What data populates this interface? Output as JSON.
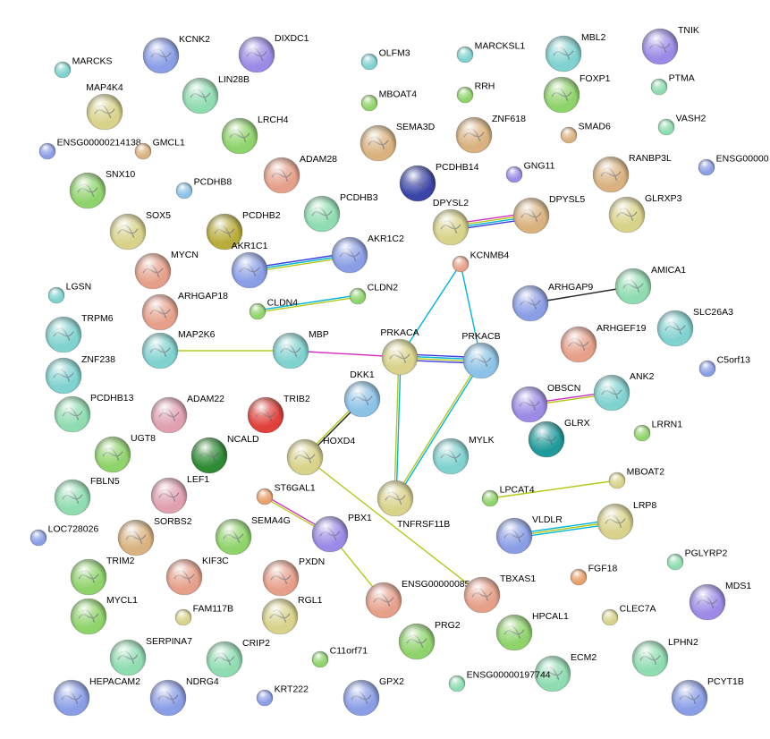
{
  "edge_colors": {
    "database": "#00b4d8",
    "experiment": "#d02cc2",
    "textmining": "#b5c81a",
    "coexpression": "#222222",
    "homology": "#3a3adf",
    "cooccurrence": "#3a3adf"
  },
  "node_colors": {
    "red": "#e0413a",
    "orange": "#e8a06a",
    "tan": "#d9b27f",
    "yellow": "#d8d28a",
    "olive": "#b8ac3a",
    "green": "#8fd36b",
    "mint": "#8fdcb0",
    "teal": "#7fd2cf",
    "sky": "#8bc2e6",
    "blue": "#8a9ee6",
    "violet": "#9c8ae6",
    "navy": "#3b45a8",
    "darkgreen": "#2e8b33",
    "rose": "#e0a0b0",
    "salmon": "#e6a08a",
    "grey": "#b4b4b4",
    "dteal": "#1f9a9a"
  },
  "nodes": [
    {
      "id": "MARCKS",
      "color": "teal",
      "size": "small"
    },
    {
      "id": "KCNK2",
      "color": "blue",
      "size": "large"
    },
    {
      "id": "DIXDC1",
      "color": "violet",
      "size": "large"
    },
    {
      "id": "OLFM3",
      "color": "teal",
      "size": "small"
    },
    {
      "id": "MARCKSL1",
      "color": "teal",
      "size": "small"
    },
    {
      "id": "MBL2",
      "color": "teal",
      "size": "large"
    },
    {
      "id": "TNIK",
      "color": "violet",
      "size": "large"
    },
    {
      "id": "MAP4K4",
      "color": "yellow",
      "size": "large"
    },
    {
      "id": "LIN28B",
      "color": "mint",
      "size": "large"
    },
    {
      "id": "MBOAT4",
      "color": "green",
      "size": "small"
    },
    {
      "id": "RRH",
      "color": "green",
      "size": "small"
    },
    {
      "id": "FOXP1",
      "color": "green",
      "size": "large"
    },
    {
      "id": "PTMA",
      "color": "mint",
      "size": "small"
    },
    {
      "id": "LRCH4",
      "color": "green",
      "size": "large"
    },
    {
      "id": "SEMA3D",
      "color": "tan",
      "size": "large"
    },
    {
      "id": "ZNF618",
      "color": "tan",
      "size": "large"
    },
    {
      "id": "SMAD6",
      "color": "tan",
      "size": "small"
    },
    {
      "id": "VASH2",
      "color": "mint",
      "size": "small"
    },
    {
      "id": "ENSG00000214138",
      "color": "blue",
      "size": "small"
    },
    {
      "id": "GMCL1",
      "color": "tan",
      "size": "small"
    },
    {
      "id": "ADAM28",
      "color": "salmon",
      "size": "large"
    },
    {
      "id": "PCDHB14",
      "color": "navy",
      "size": "large"
    },
    {
      "id": "GNG11",
      "color": "violet",
      "size": "small"
    },
    {
      "id": "RANBP3L",
      "color": "tan",
      "size": "large"
    },
    {
      "id": "ENSG00000",
      "color": "blue",
      "size": "small"
    },
    {
      "id": "SNX10",
      "color": "green",
      "size": "large"
    },
    {
      "id": "PCDHB8",
      "color": "sky",
      "size": "small"
    },
    {
      "id": "PCDHB3",
      "color": "mint",
      "size": "large"
    },
    {
      "id": "DPYSL2",
      "color": "yellow",
      "size": "large"
    },
    {
      "id": "DPYSL5",
      "color": "tan",
      "size": "large"
    },
    {
      "id": "GLRXP3",
      "color": "yellow",
      "size": "large"
    },
    {
      "id": "SOX5",
      "color": "yellow",
      "size": "large"
    },
    {
      "id": "PCDHB2",
      "color": "olive",
      "size": "large"
    },
    {
      "id": "MYCN",
      "color": "salmon",
      "size": "large"
    },
    {
      "id": "AKR1C1",
      "color": "blue",
      "size": "large"
    },
    {
      "id": "AKR1C2",
      "color": "blue",
      "size": "large"
    },
    {
      "id": "KCNMB4",
      "color": "salmon",
      "size": "small"
    },
    {
      "id": "ARHGAP9",
      "color": "blue",
      "size": "large"
    },
    {
      "id": "AMICA1",
      "color": "mint",
      "size": "large"
    },
    {
      "id": "LGSN",
      "color": "teal",
      "size": "small"
    },
    {
      "id": "ARHGAP18",
      "color": "salmon",
      "size": "large"
    },
    {
      "id": "CLDN4",
      "color": "green",
      "size": "small"
    },
    {
      "id": "CLDN2",
      "color": "green",
      "size": "small"
    },
    {
      "id": "SLC26A3",
      "color": "teal",
      "size": "large"
    },
    {
      "id": "TRPM6",
      "color": "teal",
      "size": "large"
    },
    {
      "id": "MAP2K6",
      "color": "teal",
      "size": "large"
    },
    {
      "id": "MBP",
      "color": "teal",
      "size": "large"
    },
    {
      "id": "PRKACA",
      "color": "yellow",
      "size": "large"
    },
    {
      "id": "PRKACB",
      "color": "sky",
      "size": "large"
    },
    {
      "id": "ARHGEF19",
      "color": "salmon",
      "size": "large"
    },
    {
      "id": "C5orf13",
      "color": "blue",
      "size": "small"
    },
    {
      "id": "ZNF238",
      "color": "teal",
      "size": "large"
    },
    {
      "id": "DKK1",
      "color": "sky",
      "size": "large"
    },
    {
      "id": "OBSCN",
      "color": "violet",
      "size": "large"
    },
    {
      "id": "ANK2",
      "color": "teal",
      "size": "large"
    },
    {
      "id": "PCDHB13",
      "color": "mint",
      "size": "large"
    },
    {
      "id": "ADAM22",
      "color": "rose",
      "size": "large"
    },
    {
      "id": "TRIB2",
      "color": "red",
      "size": "large"
    },
    {
      "id": "LRRN1",
      "color": "green",
      "size": "small"
    },
    {
      "id": "UGT8",
      "color": "green",
      "size": "large"
    },
    {
      "id": "NCALD",
      "color": "darkgreen",
      "size": "large"
    },
    {
      "id": "HOXD4",
      "color": "yellow",
      "size": "large"
    },
    {
      "id": "GLRX",
      "color": "dteal",
      "size": "large"
    },
    {
      "id": "MYLK",
      "color": "teal",
      "size": "large"
    },
    {
      "id": "FBLN5",
      "color": "mint",
      "size": "large"
    },
    {
      "id": "LEF1",
      "color": "rose",
      "size": "large"
    },
    {
      "id": "ST6GAL1",
      "color": "orange",
      "size": "small"
    },
    {
      "id": "TNFRSF11B",
      "color": "yellow",
      "size": "large"
    },
    {
      "id": "MBOAT2",
      "color": "yellow",
      "size": "small"
    },
    {
      "id": "LPCAT4",
      "color": "green",
      "size": "small"
    },
    {
      "id": "LOC728026",
      "color": "blue",
      "size": "small"
    },
    {
      "id": "SORBS2",
      "color": "tan",
      "size": "large"
    },
    {
      "id": "SEMA4G",
      "color": "green",
      "size": "large"
    },
    {
      "id": "PBX1",
      "color": "violet",
      "size": "large"
    },
    {
      "id": "VLDLR",
      "color": "blue",
      "size": "large"
    },
    {
      "id": "LRP8",
      "color": "yellow",
      "size": "large"
    },
    {
      "id": "TRIM2",
      "color": "green",
      "size": "large"
    },
    {
      "id": "KIF3C",
      "color": "salmon",
      "size": "large"
    },
    {
      "id": "PXDN",
      "color": "salmon",
      "size": "large"
    },
    {
      "id": "FGF18",
      "color": "orange",
      "size": "small"
    },
    {
      "id": "PGLYRP2",
      "color": "mint",
      "size": "small"
    },
    {
      "id": "ENSG00000085276",
      "color": "salmon",
      "size": "large"
    },
    {
      "id": "TBXAS1",
      "color": "salmon",
      "size": "large"
    },
    {
      "id": "MDS1",
      "color": "violet",
      "size": "large"
    },
    {
      "id": "MYCL1",
      "color": "green",
      "size": "large"
    },
    {
      "id": "FAM117B",
      "color": "yellow",
      "size": "small"
    },
    {
      "id": "RGL1",
      "color": "yellow",
      "size": "large"
    },
    {
      "id": "HPCAL1",
      "color": "green",
      "size": "large"
    },
    {
      "id": "CLEC7A",
      "color": "yellow",
      "size": "small"
    },
    {
      "id": "SERPINA7",
      "color": "mint",
      "size": "large"
    },
    {
      "id": "CRIP2",
      "color": "mint",
      "size": "large"
    },
    {
      "id": "C11orf71",
      "color": "green",
      "size": "small"
    },
    {
      "id": "PRG2",
      "color": "green",
      "size": "large"
    },
    {
      "id": "ECM2",
      "color": "mint",
      "size": "large"
    },
    {
      "id": "LPHN2",
      "color": "mint",
      "size": "large"
    },
    {
      "id": "HEPACAM2",
      "color": "blue",
      "size": "large"
    },
    {
      "id": "NDRG4",
      "color": "blue",
      "size": "large"
    },
    {
      "id": "KRT222",
      "color": "blue",
      "size": "small"
    },
    {
      "id": "GPX2",
      "color": "blue",
      "size": "large"
    },
    {
      "id": "ENSG00000197744",
      "color": "mint",
      "size": "small"
    },
    {
      "id": "PCYT1B",
      "color": "blue",
      "size": "large"
    }
  ],
  "edges": [
    {
      "source": "AKR1C1",
      "target": "AKR1C2",
      "types": [
        "homology",
        "database",
        "textmining"
      ]
    },
    {
      "source": "CLDN4",
      "target": "CLDN2",
      "types": [
        "database",
        "textmining"
      ]
    },
    {
      "source": "DPYSL2",
      "target": "DPYSL5",
      "types": [
        "experiment",
        "textmining",
        "database",
        "homology"
      ]
    },
    {
      "source": "ARHGAP9",
      "target": "AMICA1",
      "types": [
        "coexpression"
      ]
    },
    {
      "source": "OBSCN",
      "target": "ANK2",
      "types": [
        "experiment",
        "textmining"
      ]
    },
    {
      "source": "VLDLR",
      "target": "LRP8",
      "types": [
        "database",
        "textmining",
        "database"
      ]
    },
    {
      "source": "LPCAT4",
      "target": "MBOAT2",
      "types": [
        "textmining"
      ]
    },
    {
      "source": "MAP2K6",
      "target": "MBP",
      "types": [
        "textmining"
      ]
    },
    {
      "source": "MBP",
      "target": "PRKACA",
      "types": [
        "experiment"
      ]
    },
    {
      "source": "PRKACA",
      "target": "PRKACB",
      "types": [
        "homology",
        "database",
        "textmining",
        "homology"
      ]
    },
    {
      "source": "KCNMB4",
      "target": "PRKACA",
      "types": [
        "database"
      ]
    },
    {
      "source": "KCNMB4",
      "target": "PRKACB",
      "types": [
        "database"
      ]
    },
    {
      "source": "PRKACA",
      "target": "TNFRSF11B",
      "types": [
        "database",
        "textmining"
      ]
    },
    {
      "source": "PRKACB",
      "target": "TNFRSF11B",
      "types": [
        "database",
        "textmining"
      ]
    },
    {
      "source": "DKK1",
      "target": "HOXD4",
      "types": [
        "coexpression",
        "textmining"
      ]
    },
    {
      "source": "HOXD4",
      "target": "TBXAS1",
      "types": [
        "textmining"
      ]
    },
    {
      "source": "ST6GAL1",
      "target": "PBX1",
      "types": [
        "experiment",
        "textmining"
      ]
    },
    {
      "source": "PBX1",
      "target": "ENSG00000085276",
      "types": [
        "textmining"
      ]
    }
  ]
}
